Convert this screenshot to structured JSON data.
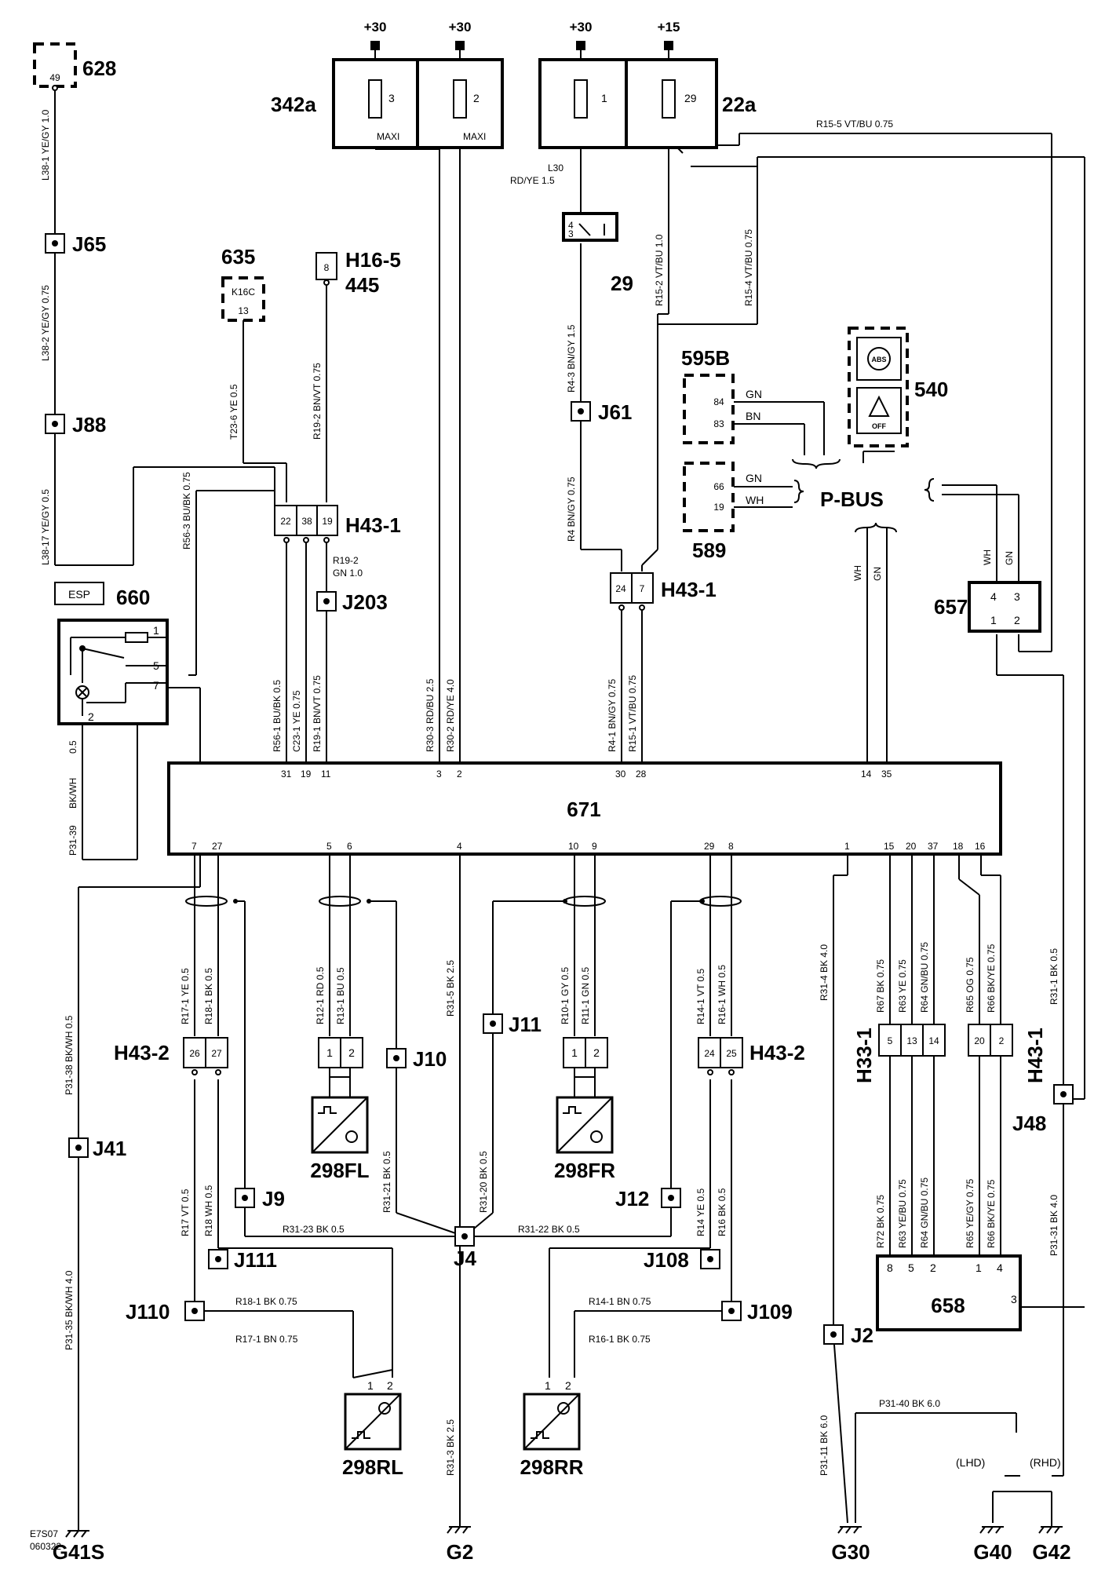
{
  "components": {
    "c628": {
      "num": "628",
      "pin": "49"
    },
    "c342a": {
      "num": "342a",
      "f1": "3",
      "f2": "2",
      "type": "MAXI"
    },
    "c22a": {
      "num": "22a",
      "f1": "1",
      "f2": "29"
    },
    "c635": {
      "num": "635",
      "code": "K16C",
      "pin": "13"
    },
    "c445": {
      "num": "445",
      "conn": "H16-5",
      "pin": "8"
    },
    "c29": {
      "num": "29",
      "p4": "4",
      "p3": "3"
    },
    "c595b": {
      "num": "595B",
      "p84": "84",
      "p83": "83"
    },
    "c589": {
      "num": "589",
      "p66": "66",
      "p19": "19"
    },
    "c540": {
      "num": "540",
      "abs": "ABS",
      "off": "OFF"
    },
    "c660": {
      "num": "660",
      "label": "ESP",
      "p1": "1",
      "p5": "5",
      "p7": "7",
      "p2": "2"
    },
    "c657": {
      "num": "657",
      "p4": "4",
      "p3": "3",
      "p1": "1",
      "p2": "2"
    },
    "c671": {
      "num": "671"
    },
    "c658": {
      "num": "658",
      "p8": "8",
      "p5": "5",
      "p2": "2",
      "p1": "1",
      "p4": "4",
      "p3": "3"
    },
    "pbus": "P-BUS",
    "sensors": {
      "fl": "298FL",
      "fr": "298FR",
      "rl": "298RL",
      "rr": "298RR"
    }
  },
  "supply": {
    "s1": "+30",
    "s2": "+30",
    "s3": "+30",
    "s4": "+15"
  },
  "connectors": {
    "h43_1_top": {
      "name": "H43-1",
      "p1": "22",
      "p2": "38",
      "p3": "19"
    },
    "h43_1_mid": {
      "name": "H43-1",
      "p1": "24",
      "p2": "7"
    },
    "h43_2_left": {
      "name": "H43-2",
      "p1": "26",
      "p2": "27"
    },
    "h43_2_right": {
      "name": "H43-2",
      "p1": "24",
      "p2": "25"
    },
    "fl_conn": {
      "p1": "1",
      "p2": "2"
    },
    "fr_conn": {
      "p1": "1",
      "p2": "2"
    },
    "h33_1": {
      "name": "H33-1",
      "p1": "5",
      "p2": "13",
      "p3": "14"
    },
    "h43_1_right": {
      "name": "H43-1",
      "p1": "20",
      "p2": "2"
    },
    "rl_conn": {
      "p1": "1",
      "p2": "2"
    },
    "rr_conn": {
      "p1": "1",
      "p2": "2"
    }
  },
  "ecu_pins_top": {
    "p31": "31",
    "p19": "19",
    "p11": "11",
    "p3": "3",
    "p2": "2",
    "p30": "30",
    "p28": "28",
    "p14": "14",
    "p35": "35"
  },
  "ecu_pins_bottom": {
    "p7": "7",
    "p27": "27",
    "p5": "5",
    "p6": "6",
    "p4": "4",
    "p10": "10",
    "p9": "9",
    "p29": "29",
    "p8": "8",
    "p1": "1",
    "p15": "15",
    "p20": "20",
    "p37": "37",
    "p18": "18",
    "p16": "16"
  },
  "splices": {
    "j65": "J65",
    "j88": "J88",
    "j203": "J203",
    "j61": "J61",
    "j41": "J41",
    "j10": "J10",
    "j11": "J11",
    "j9": "J9",
    "j12": "J12",
    "j4": "J4",
    "j111": "J111",
    "j108": "J108",
    "j110": "J110",
    "j109": "J109",
    "j2": "J2",
    "j48": "J48"
  },
  "grounds": {
    "g41s": "G41S",
    "g2": "G2",
    "g30": "G30",
    "g40": "G40",
    "g42": "G42",
    "lhd": "(LHD)",
    "rhd": "(RHD)"
  },
  "wires": {
    "l38_1": "L38-1  YE/GY  1.0",
    "l38_2": "L38-2  YE/GY  0.75",
    "l38_17": "L38-17  YE/GY  0.5",
    "r56_3": "R56-3  BU/BK  0.75",
    "t23_6": "T23-6  YE  0.5",
    "r19_2": "R19-2  BN/VT  0.75",
    "r19_2b_a": "R19-2",
    "r19_2b_b": "GN  1.0",
    "r56_1": "R56-1  BU/BK  0.5",
    "c23_1": "C23-1  YE  0.75",
    "r19_1": "R19-1  BN/VT  0.75",
    "r30_3": "R30-3  RD/BU  2.5",
    "r30_2": "R30-2  RD/YE  4.0",
    "l30_a": "L30",
    "l30_b": "RD/YE  1.5",
    "r4_3": "R4-3  BN/GY  1.5",
    "r4": "R4  BN/GY  0.75",
    "r15_2": "R15-2  VT/BU  1.0",
    "r15_4": "R15-4  VT/BU  0.75",
    "r15_5": "R15-5  VT/BU  0.75",
    "r4_1": "R4-1  BN/GY  0.75",
    "r15_1": "R15-1  VT/BU  0.75",
    "gn1": "GN",
    "bn1": "BN",
    "gn2": "GN",
    "wh1": "WH",
    "wh_bus": "WH",
    "gn_bus": "GN",
    "wh_657": "WH",
    "gn_657": "GN",
    "bkwh_a": "0.5",
    "bkwh_b": "BK/WH",
    "p31_39": "P31-39",
    "p31_38": "P31-38  BK/WH  0.5",
    "p31_35": "P31-35  BK/WH  4.0",
    "r17_1": "R17-1  YE  0.5",
    "r18_1": "R18-1  BK  0.5",
    "r12_1": "R12-1  RD  0.5",
    "r13_1": "R13-1  BU  0.5",
    "r31_5": "R31-5  BK  2.5",
    "r10_1": "R10-1  GY  0.5",
    "r11_1": "R11-1  GN  0.5",
    "r14_1v": "R14-1  VT  0.5",
    "r16_1v": "R16-1  WH  0.5",
    "r31_4": "R31-4  BK  4.0",
    "r67": "R67  BK  0.75",
    "r63": "R63  YE  0.75",
    "r64": "R64  GN/BU  0.75",
    "r65": "R65  OG  0.75",
    "r66": "R66  BK/YE  0.75",
    "r31_1": "R31-1  BK  0.5",
    "r31_21": "R31-21  BK  0.5",
    "r31_20": "R31-20  BK  0.5",
    "r17": "R17  VT  0.5",
    "r18": "R18  WH  0.5",
    "r14": "R14  YE  0.5",
    "r16": "R16  BK  0.5",
    "r31_23": "R31-23   BK   0.5",
    "r31_22": "R31-22   BK   0.5",
    "r18_1h": "R18-1  BK  0.75",
    "r17_1h": "R17-1  BN  0.75",
    "r14_1h": "R14-1  BN  0.75",
    "r16_1h": "R16-1  BK  0.75",
    "r31_3": "R31-3  BK  2.5",
    "r72": "R72  BK  0.75",
    "r63b": "R63  YE/BU  0.75",
    "r64b": "R64  GN/BU  0.75",
    "r65b": "R65  YE/GY  0.75",
    "r66b": "R66  BK/YE  0.75",
    "p31_31": "P31-31  BK  4.0",
    "p31_11": "P31-11  BK  6.0",
    "p31_40": "P31-40   BK   6.0"
  },
  "footer": {
    "code": "E7S07",
    "date": "060322"
  }
}
